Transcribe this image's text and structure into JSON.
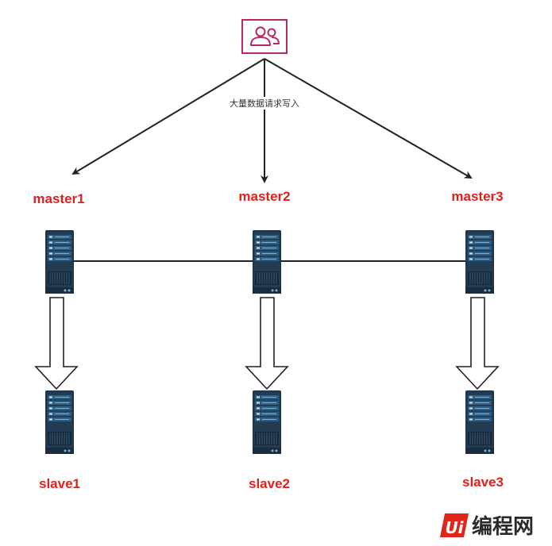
{
  "client": {
    "icon": "users-icon",
    "border_color": "#b5296b"
  },
  "write_label": "大量数据请求写入",
  "masters": [
    {
      "label": "master1"
    },
    {
      "label": "master2"
    },
    {
      "label": "master3"
    }
  ],
  "slaves": [
    {
      "label": "slave1"
    },
    {
      "label": "slave2"
    },
    {
      "label": "slave3"
    }
  ],
  "label_color": "#e0201b",
  "watermark": {
    "text": "编程网",
    "icon": "logo-icon",
    "color": "#e1251b"
  }
}
